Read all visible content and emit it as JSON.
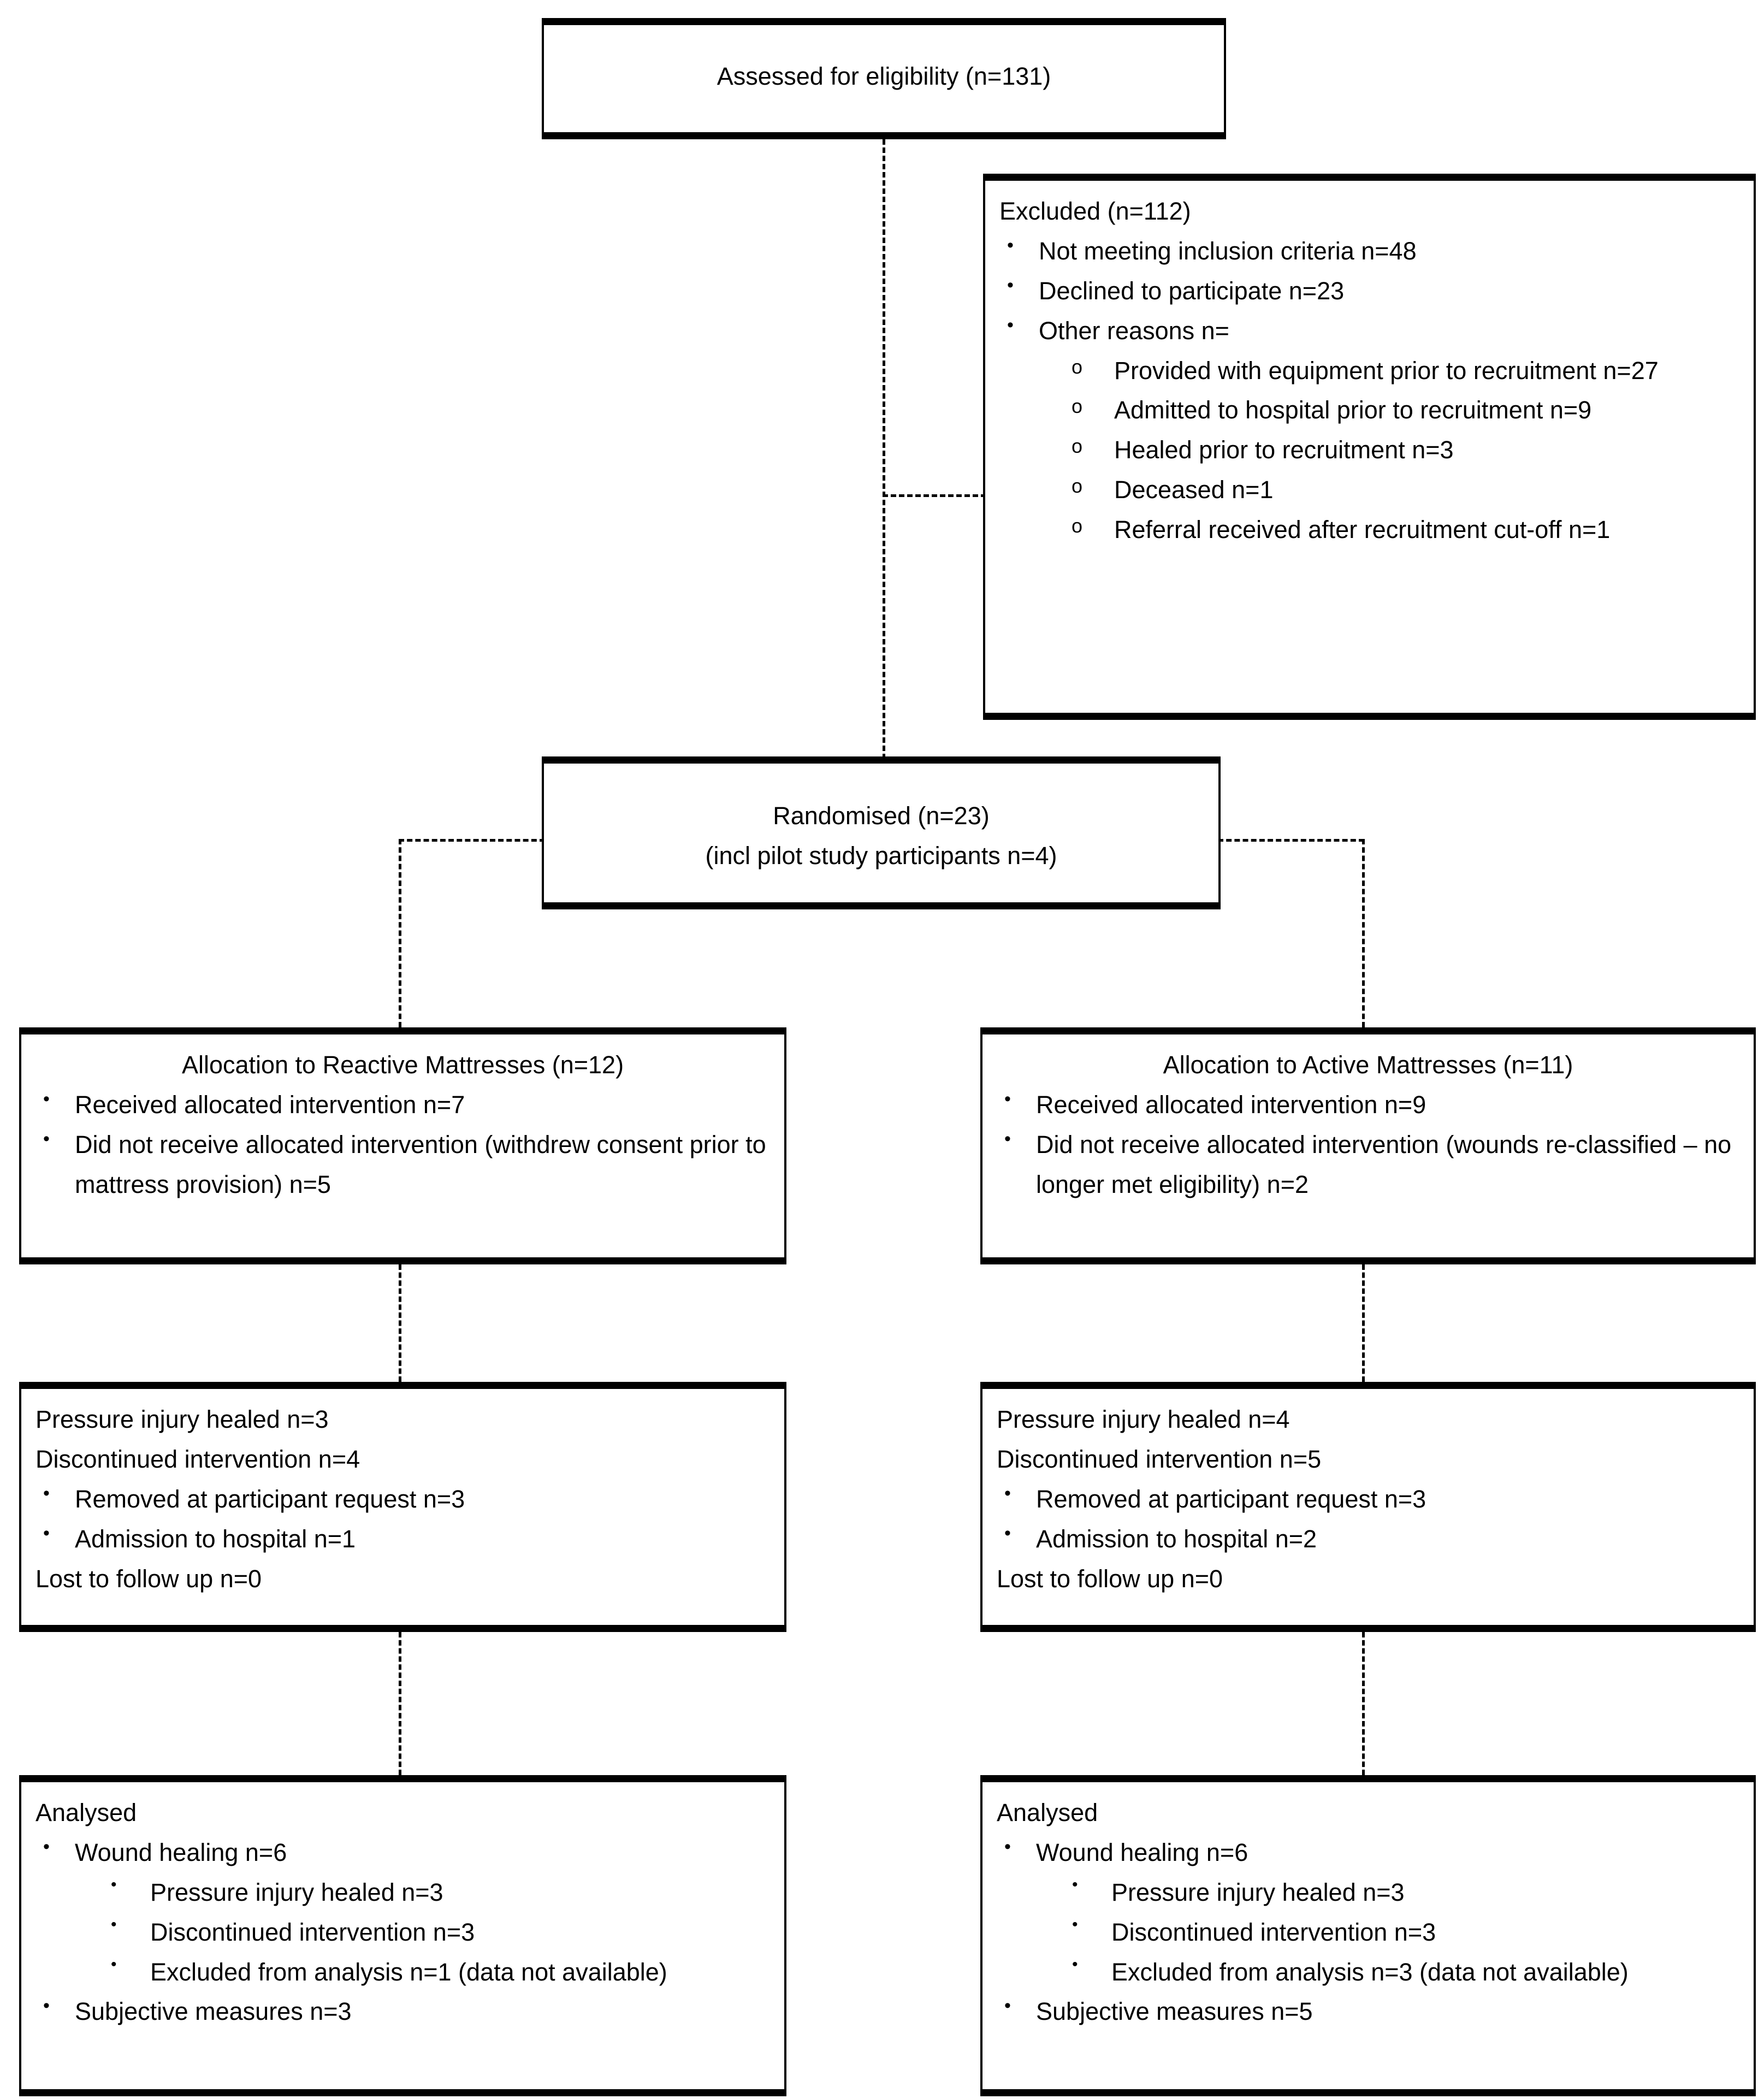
{
  "diagram": {
    "type": "consort-flow-diagram",
    "title": "CONSORT participant flow diagram"
  },
  "enrollment": {
    "assessed": {
      "label": "Assessed for eligibility (n=131)",
      "n": 131
    },
    "excluded": {
      "heading": "Excluded (n=112)",
      "n": 112,
      "reasons": [
        {
          "label": "Not meeting inclusion criteria n=48",
          "n": 48
        },
        {
          "label": "Declined to participate n=23",
          "n": 23
        },
        {
          "label": "Other reasons n=",
          "n": null
        }
      ],
      "other_reasons": [
        {
          "label": "Provided with equipment prior to recruitment n=27",
          "n": 27
        },
        {
          "label": "Admitted to hospital prior to recruitment n=9",
          "n": 9
        },
        {
          "label": "Healed prior to recruitment n=3",
          "n": 3
        },
        {
          "label": "Deceased n=1",
          "n": 1
        },
        {
          "label": "Referral received after recruitment cut-off n=1",
          "n": 1
        }
      ]
    }
  },
  "randomisation": {
    "line1": "Randomised (n=23)",
    "line2": "(incl pilot study participants n=4)",
    "n": 23,
    "pilot_n": 4
  },
  "arms": {
    "left": {
      "allocation": {
        "title": "Allocation to Reactive Mattresses (n=12)",
        "n": 12,
        "items": [
          "Received allocated intervention n=7",
          "Did not receive allocated intervention (withdrew consent prior to mattress provision) n=5"
        ]
      },
      "followup": {
        "lines_top": [
          "Pressure injury healed n=3",
          "Discontinued intervention n=4"
        ],
        "bullets": [
          "Removed at participant request n=3",
          "Admission to hospital n=1"
        ],
        "lines_bottom": [
          "Lost to follow up n=0"
        ]
      },
      "analysis": {
        "heading": "Analysed",
        "bullets": [
          "Wound healing n=6"
        ],
        "sub_bullets": [
          "Pressure injury healed n=3",
          "Discontinued intervention n=3",
          "Excluded from analysis n=1 (data not available)"
        ],
        "bullets_after": [
          "Subjective measures n=3"
        ]
      }
    },
    "right": {
      "allocation": {
        "title": "Allocation to Active Mattresses (n=11)",
        "n": 11,
        "items": [
          "Received allocated intervention n=9",
          "Did not receive allocated intervention (wounds re-classified – no longer met eligibility) n=2"
        ]
      },
      "followup": {
        "lines_top": [
          "Pressure injury healed n=4",
          "Discontinued intervention n=5"
        ],
        "bullets": [
          "Removed at participant request n=3",
          "Admission to hospital n=2"
        ],
        "lines_bottom": [
          "Lost to follow up n=0"
        ]
      },
      "analysis": {
        "heading": "Analysed",
        "bullets": [
          "Wound healing n=6"
        ],
        "sub_bullets": [
          "Pressure injury healed n=3",
          "Discontinued intervention n=3",
          "Excluded from analysis n=3 (data not available)"
        ],
        "bullets_after": [
          "Subjective measures n=5"
        ]
      }
    }
  },
  "colors": {
    "stroke": "#000000",
    "background": "#ffffff"
  }
}
